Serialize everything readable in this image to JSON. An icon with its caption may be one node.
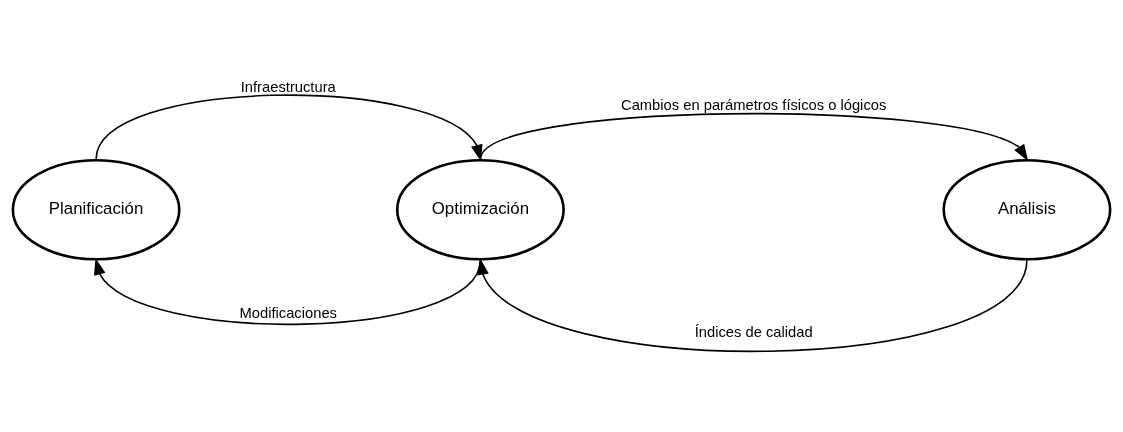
{
  "diagram": {
    "nodes": [
      {
        "text": [
          "Planificación"
        ]
      },
      {
        "text": [
          "Optimización"
        ]
      },
      {
        "text": [
          "Análisis"
        ]
      }
    ],
    "edges": [
      {
        "from": 0,
        "to": 1,
        "arrow": "to",
        "label": "Infraestructura"
      },
      {
        "from": 1,
        "to": 2,
        "arrow": "to",
        "label": "Cambios en parámetros físicos o lógicos"
      },
      {
        "from": 2,
        "to": 1,
        "arrow": "to",
        "label": "Índices de calidad"
      },
      {
        "from": 1,
        "to": 0,
        "arrow": "to",
        "label": "Modificaciones"
      }
    ]
  }
}
